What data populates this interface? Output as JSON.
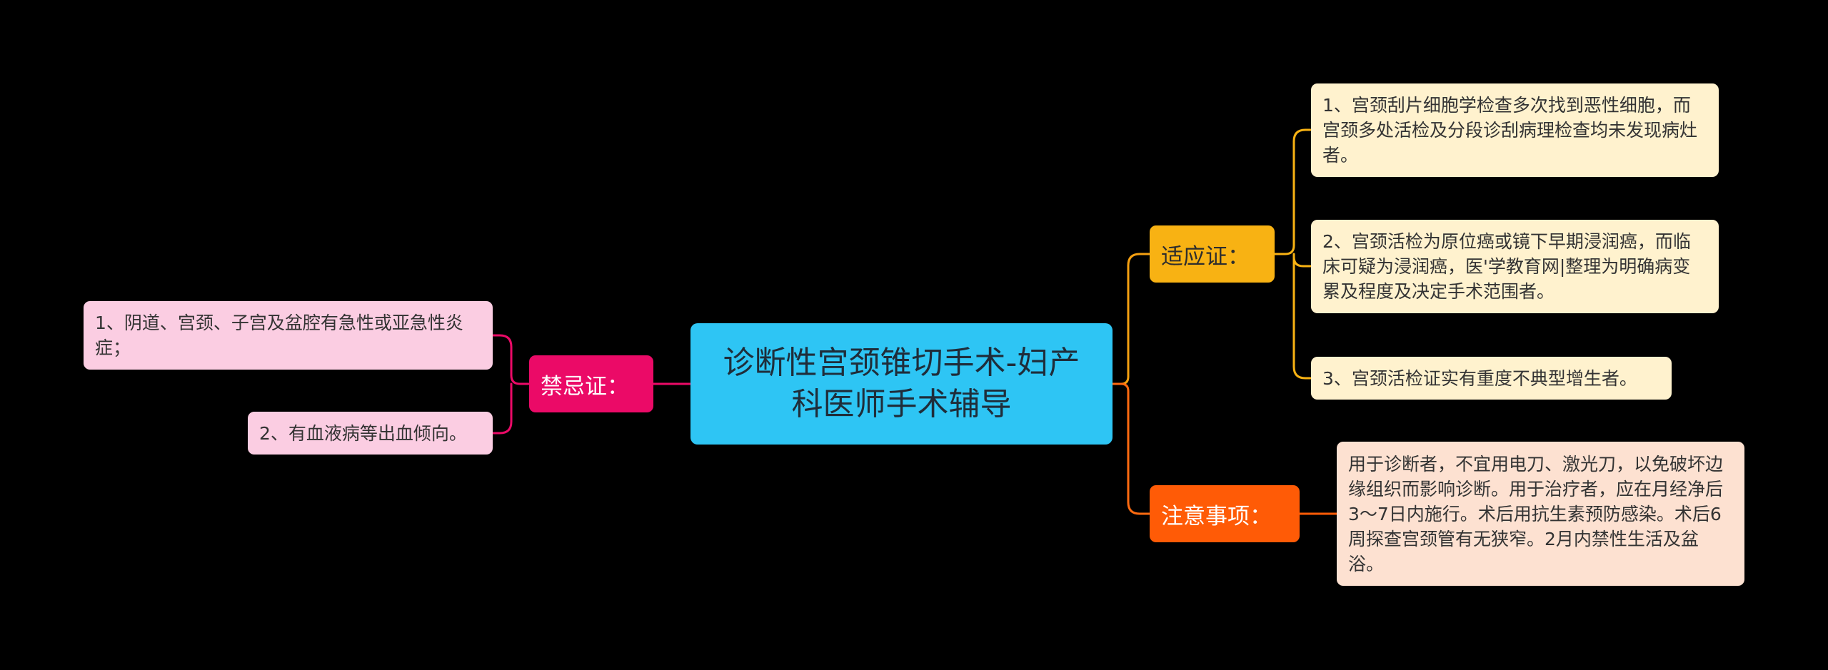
{
  "colors": {
    "background": "#000000",
    "root": "#2ec5f4",
    "indications": "#f8b213",
    "notes": "#ff5b06",
    "contraindications": "#eb0a67",
    "leaf_indications": "#fff2ce",
    "leaf_notes": "#fde1d1",
    "leaf_contraindications": "#fbcde2"
  },
  "root": {
    "title": "诊断性宫颈锥切手术-妇产科医师手术辅导"
  },
  "branches": {
    "indications": {
      "label": "适应证：",
      "items": [
        "1、宫颈刮片细胞学检查多次找到恶性细胞，而宫颈多处活检及分段诊刮病理检查均未发现病灶者。",
        "2、宫颈活检为原位癌或镜下早期浸润癌，而临床可疑为浸润癌，医'学教育网|整理为明确病变累及程度及决定手术范围者。",
        "3、宫颈活检证实有重度不典型增生者。"
      ]
    },
    "notes": {
      "label": "注意事项：",
      "items": [
        "用于诊断者，不宜用电刀、激光刀，以免破坏边缘组织而影响诊断。用于治疗者，应在月经净后3～7日内施行。术后用抗生素预防感染。术后6周探查宫颈管有无狭窄。2月内禁性生活及盆浴。"
      ]
    },
    "contraindications": {
      "label": "禁忌证：",
      "items": [
        "1、阴道、宫颈、子宫及盆腔有急性或亚急性炎症；",
        "2、有血液病等出血倾向。"
      ]
    }
  }
}
